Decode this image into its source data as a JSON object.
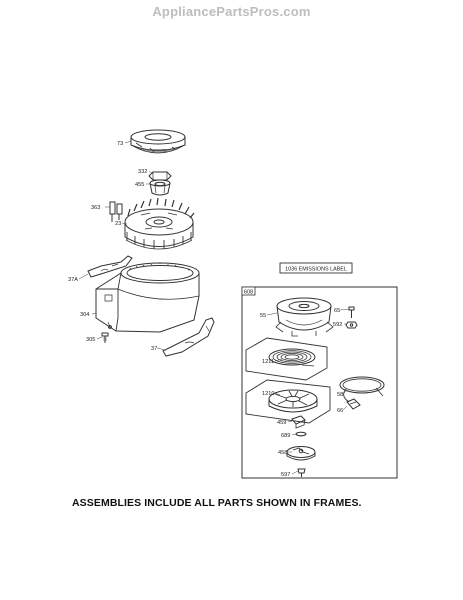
{
  "watermark": "AppliancePartsPros.com",
  "emissions_label": "1036 EMISSIONS LABEL",
  "frame_label": "608",
  "footer_note": "ASSEMBLIES INCLUDE ALL PARTS SHOWN IN FRAMES.",
  "callouts": {
    "p73": "73",
    "p332": "332",
    "p455": "455",
    "p363": "363",
    "p23": "23",
    "p37a": "37A",
    "p304": "304",
    "p305": "305",
    "p37": "37",
    "p55": "55",
    "p65": "65",
    "p592": "592",
    "p1211": "1211",
    "p1210": "1210",
    "p58": "58",
    "p66": "66",
    "p459": "459",
    "p689": "689",
    "p458": "458",
    "p597": "597"
  }
}
